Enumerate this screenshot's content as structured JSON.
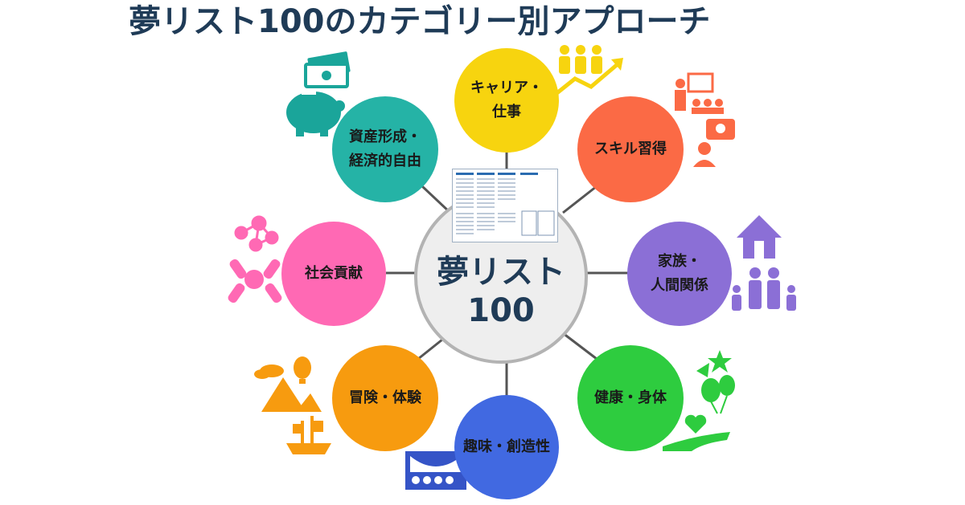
{
  "title": "夢リスト100のカテゴリー別アプローチ",
  "center": {
    "line1": "夢リスト",
    "line2": "100"
  },
  "categories": [
    {
      "id": "career",
      "lines": [
        "キャリア・",
        "仕事"
      ],
      "color": "#f7d40f"
    },
    {
      "id": "skill",
      "lines": [
        "スキル習得"
      ],
      "color": "#fb6a45"
    },
    {
      "id": "family",
      "lines": [
        "家族・",
        "人間関係"
      ],
      "color": "#8b6fd6"
    },
    {
      "id": "health",
      "lines": [
        "健康・身体"
      ],
      "color": "#2ecc3f"
    },
    {
      "id": "hobby",
      "lines": [
        "趣味・創造性"
      ],
      "color": "#4169e1"
    },
    {
      "id": "adventure",
      "lines": [
        "冒険・体験"
      ],
      "color": "#f79b0f"
    },
    {
      "id": "social",
      "lines": [
        "社会貢献"
      ],
      "color": "#ff69b4"
    },
    {
      "id": "asset",
      "lines": [
        "資産形成・",
        "経済的自由"
      ],
      "color": "#25b3a6"
    }
  ],
  "icons": [
    "money-bills-icon",
    "piggy-bank-icon",
    "people-growth-arrow-icon",
    "presenter-audience-icon",
    "idea-person-icon",
    "house-icon",
    "family-icon",
    "network-people-icon",
    "hands-together-icon",
    "cloud-balloon-mountain-icon",
    "ship-icon",
    "theater-stage-icon",
    "star-balloons-icon",
    "heart-hand-icon",
    "dream-list-sheet-icon"
  ]
}
